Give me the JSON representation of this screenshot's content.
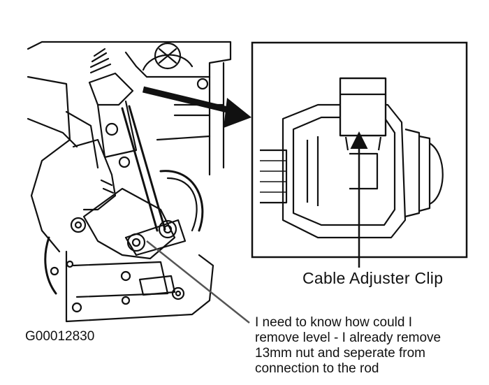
{
  "figure_id": "G00012830",
  "callout_label": "Cable Adjuster Clip",
  "user_note": {
    "lines": [
      "I need to know how could I",
      "remove level - I already remove",
      "13mm nut and seperate from",
      "connection to the rod"
    ]
  },
  "colors": {
    "line": "#111111",
    "annotation_line": "#555555",
    "background": "#ffffff"
  }
}
